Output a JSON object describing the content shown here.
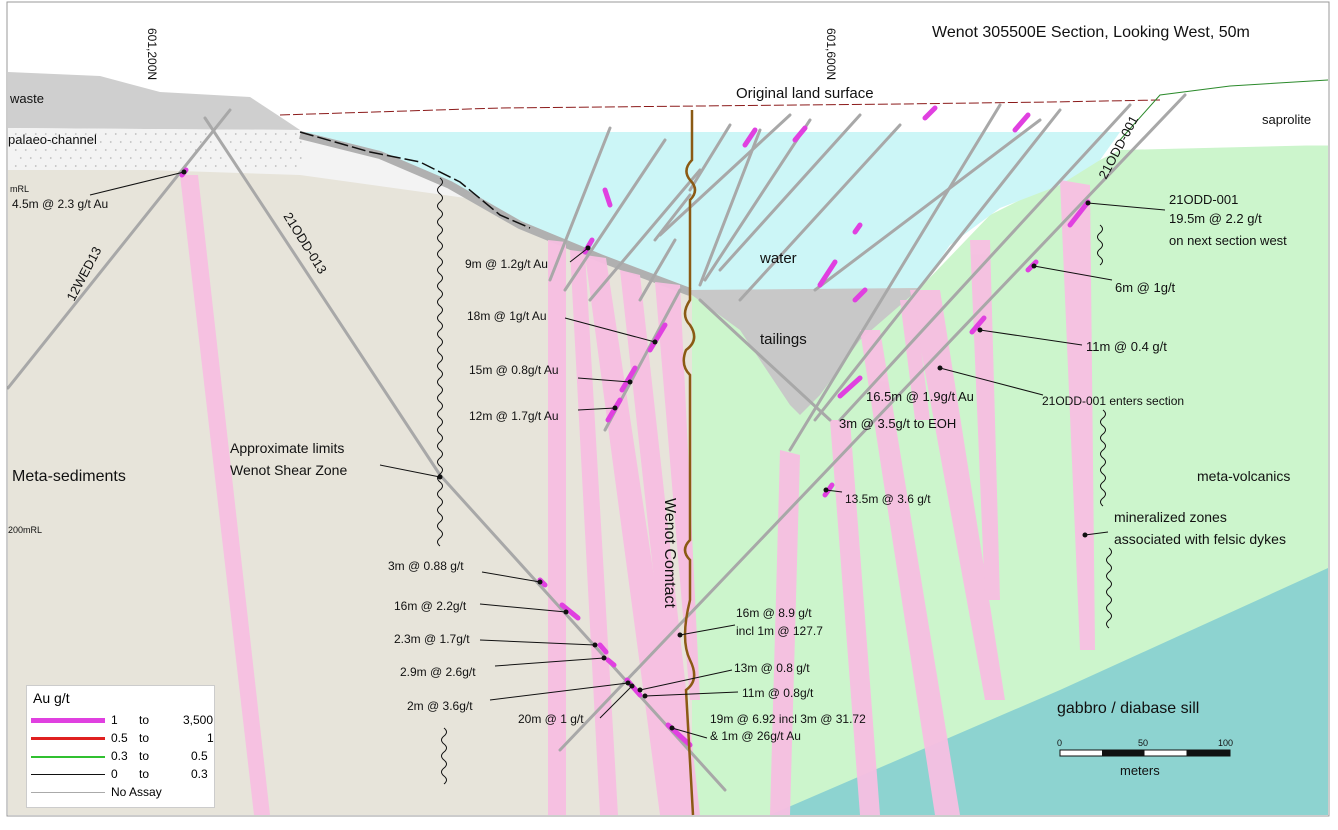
{
  "title": "Wenot 305500E Section, Looking West, 50m",
  "northings": {
    "left": "601,200N",
    "right": "601,600N"
  },
  "elevations": {
    "upper": "mRL",
    "lower": "200mRL"
  },
  "units": {
    "waste": "waste",
    "palaeo": "palaeo-channel",
    "land_surface": "Original land surface",
    "saprolite": "saprolite",
    "water": "water",
    "tailings": "tailings",
    "meta_sediments": "Meta-sediments",
    "meta_volcanics": "meta-volcanics",
    "gabbro": "gabbro / diabase sill",
    "shear_zone_1": "Approximate limits",
    "shear_zone_2": "Wenot Shear Zone",
    "contact": "Wenot Comtact",
    "mineralized_1": "mineralized zones",
    "mineralized_2": "associated with felsic dykes"
  },
  "drillholes": {
    "wed13": "12WED13",
    "odd013": "21ODD-013",
    "odd001": "21ODD-001",
    "enters": "21ODD-001 enters section"
  },
  "intercepts": {
    "i1": "4.5m @ 2.3 g/t Au",
    "i2": "9m @ 1.2g/t Au",
    "i3": "18m @ 1g/t Au",
    "i4": "15m @ 0.8g/t Au",
    "i5": "12m @ 1.7g/t Au",
    "i6a": "21ODD-001",
    "i6b": "19.5m @ 2.2 g/t",
    "i6c": "on next section west",
    "i7": "6m @ 1g/t",
    "i8": "11m @ 0.4 g/t",
    "i9": "16.5m @ 1.9g/t Au",
    "i10": "3m @ 3.5g/t to EOH",
    "i11": "13.5m @ 3.6 g/t",
    "i12": "3m @ 0.88  g/t",
    "i13": "16m @ 2.2g/t",
    "i14": "2.3m @ 1.7g/t",
    "i15": "2.9m @ 2.6g/t",
    "i16": "2m @ 3.6g/t",
    "i17": "20m @ 1 g/t",
    "i18a": "16m @ 8.9 g/t",
    "i18b": "incl 1m @ 127.7",
    "i19": "13m @ 0.8 g/t",
    "i20": "11m @ 0.8g/t",
    "i21a": "19m @ 6.92 incl 3m @ 31.72",
    "i21b": "& 1m @ 26g/t Au"
  },
  "legend": {
    "title": "Au g/t",
    "rows": [
      {
        "from": "1",
        "to": "to",
        "max": "3,500",
        "color": "#e040e0"
      },
      {
        "from": "0.5",
        "to": "to",
        "max": "1",
        "color": "#e02020"
      },
      {
        "from": "0.3",
        "to": "to",
        "max": "0.5",
        "color": "#30c030"
      },
      {
        "from": "0",
        "to": "to",
        "max": "0.3",
        "color": "#111111"
      }
    ],
    "no_assay": "No Assay"
  },
  "scale": {
    "t0": "0",
    "t50": "50",
    "t100": "100",
    "unit": "meters"
  },
  "colors": {
    "sediment": "#e7e4da",
    "volcanic": "#ccf5cc",
    "gabbro": "#8dd3d0",
    "water": "#ccf6f7",
    "tailings": "#c8c8c8",
    "dyke": "#f7bfe2",
    "hole": "#a8a8a8",
    "contact": "#8b5a14"
  }
}
